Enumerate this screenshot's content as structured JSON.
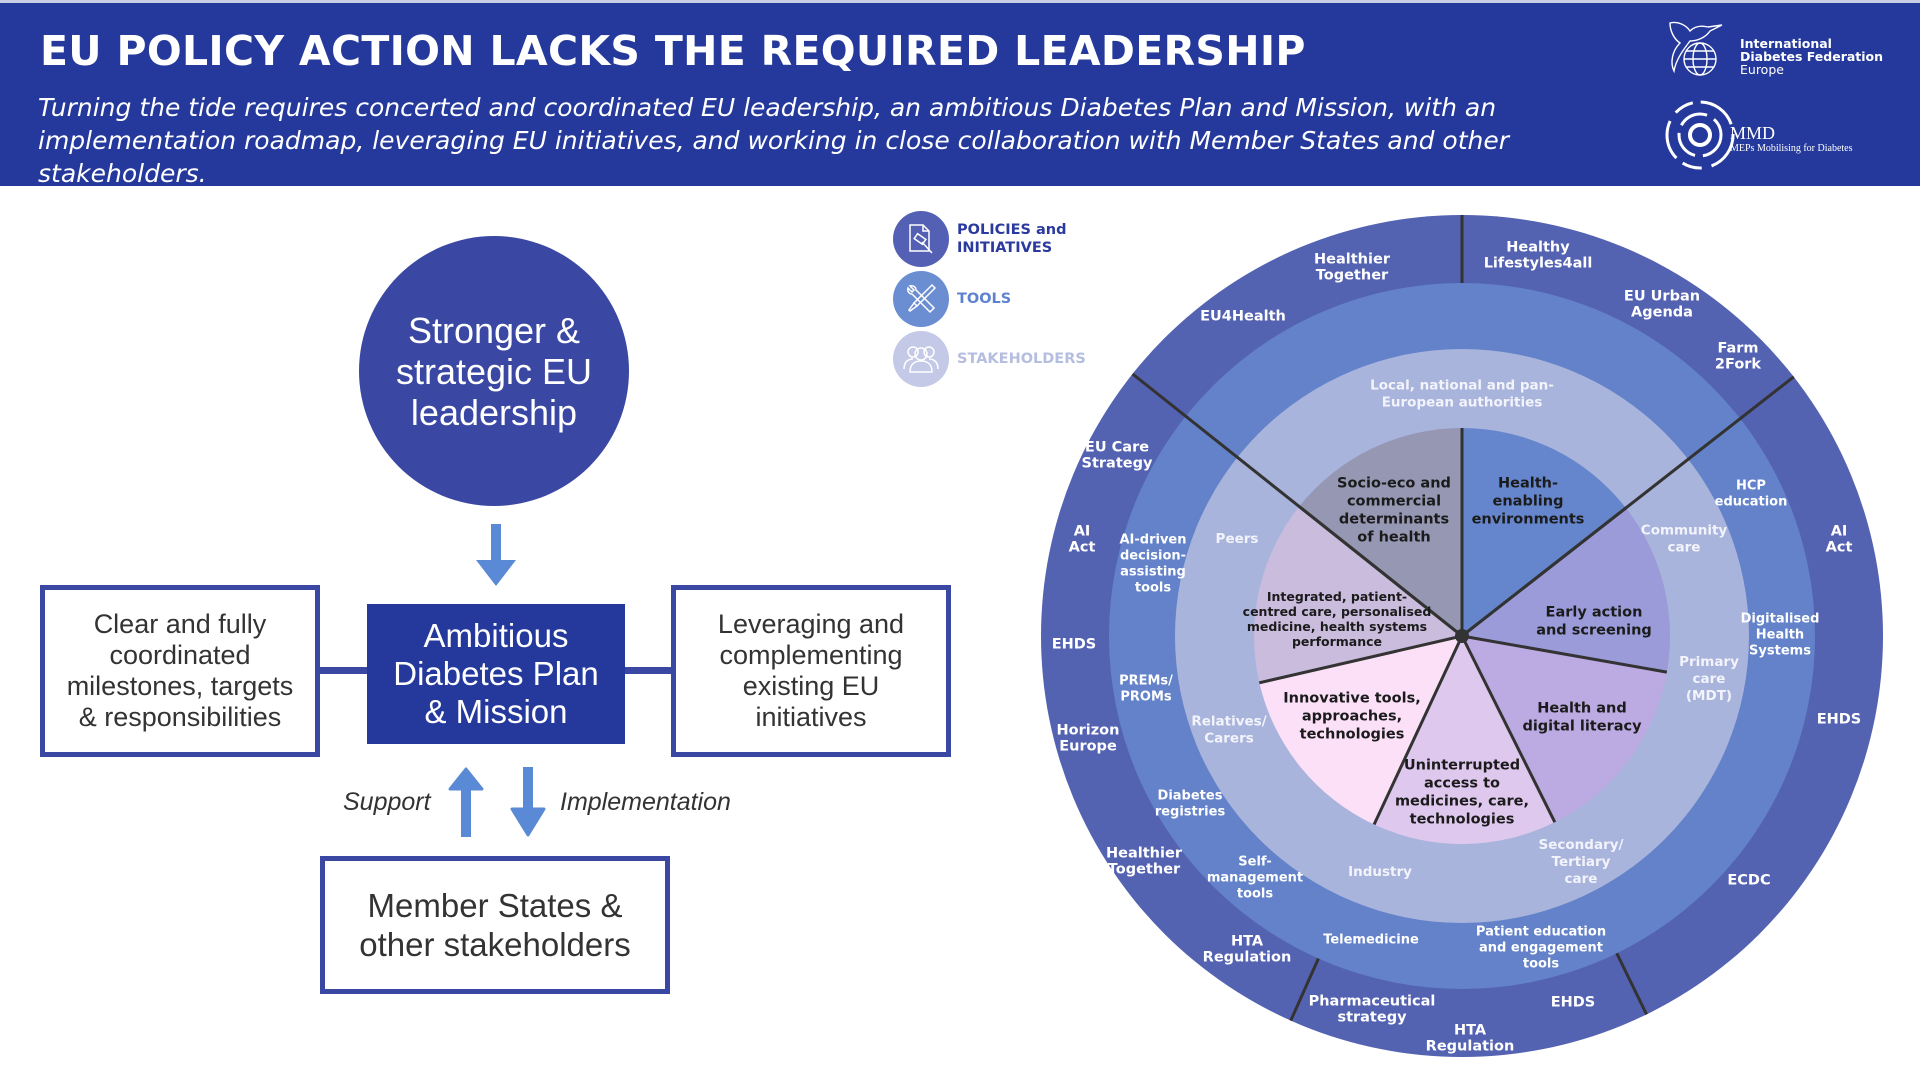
{
  "header": {
    "title": "EU POLICY ACTION LACKS THE REQUIRED LEADERSHIP",
    "subtitle_line1": "Turning the tide requires concerted and coordinated EU leadership, an ambitious Diabetes Plan and Mission, with an",
    "subtitle_line2": "implementation roadmap, leveraging EU initiatives, and working in close collaboration with Member States and other stakeholders.",
    "background": "#24399b"
  },
  "logos": {
    "idf": {
      "line1": "International",
      "line2": "Diabetes Federation",
      "line3": "Europe",
      "icon": "hummingbird-globe-icon"
    },
    "mmd": {
      "title": "MMD",
      "subtitle": "MEPs Mobilising for Diabetes",
      "icon": "concentric-rings-icon"
    }
  },
  "flow": {
    "leadership": {
      "line1": "Stronger &",
      "line2": "strategic EU",
      "line3": "leadership"
    },
    "plan": {
      "line1": "Ambitious",
      "line2": "Diabetes Plan",
      "line3": "& Mission"
    },
    "left_box": {
      "line1": "Clear and fully",
      "line2": "coordinated",
      "line3": "milestones, targets",
      "line4": "& responsibilities"
    },
    "right_box": {
      "line1": "Leveraging and",
      "line2": "complementing",
      "line3": "existing EU",
      "line4": "initiatives"
    },
    "bottom_box": {
      "line1": "Member States &",
      "line2": "other stakeholders"
    },
    "support_label": "Support",
    "implementation_label": "Implementation",
    "colors": {
      "primary": "#24399b",
      "circle": "#3a48a3",
      "arrow": "#5a8ad6"
    }
  },
  "legend": [
    {
      "line1": "POLICIES and",
      "line2": "INITIATIVES",
      "icon": "document-gavel-icon",
      "color": "#5360b3",
      "text_color": "#2a3a9e"
    },
    {
      "line1": "TOOLS",
      "line2": "",
      "icon": "wrench-screwdriver-icon",
      "color": "#6b8dd2",
      "text_color": "#5d83cf"
    },
    {
      "line1": "STAKEHOLDERS",
      "line2": "",
      "icon": "people-group-icon",
      "color": "#c3c9e6",
      "text_color": "#b5bde0"
    }
  ],
  "wheel": {
    "colors": {
      "policies_ring": "#5462b2",
      "tools_ring": "#6382c9",
      "stakeholders_ring": "#a9b4dc",
      "divider": "#333333"
    },
    "policies": [
      {
        "lines": [
          "Healthier",
          "Together"
        ]
      },
      {
        "lines": [
          "Healthy",
          "Lifestyles4all"
        ]
      },
      {
        "lines": [
          "EU4Health"
        ]
      },
      {
        "lines": [
          "EU Urban",
          "Agenda"
        ]
      },
      {
        "lines": [
          "Farm",
          "2Fork"
        ]
      },
      {
        "lines": [
          "EU Care",
          "Strategy"
        ]
      },
      {
        "lines": [
          "AI",
          "Act"
        ]
      },
      {
        "lines": [
          "EHDS"
        ]
      },
      {
        "lines": [
          "Horizon",
          "Europe"
        ]
      },
      {
        "lines": [
          "Healthier",
          "Together"
        ]
      },
      {
        "lines": [
          "HTA",
          "Regulation"
        ]
      },
      {
        "lines": [
          "Pharmaceutical",
          "strategy"
        ]
      },
      {
        "lines": [
          "HTA",
          "Regulation"
        ]
      },
      {
        "lines": [
          "EHDS"
        ]
      },
      {
        "lines": [
          "ECDC"
        ]
      },
      {
        "lines": [
          "EHDS"
        ]
      },
      {
        "lines": [
          "AI",
          "Act"
        ]
      }
    ],
    "tools": [
      {
        "lines": [
          "AI-driven",
          "decision-",
          "assisting",
          "tools"
        ]
      },
      {
        "lines": [
          "PREMs/",
          "PROMs"
        ]
      },
      {
        "lines": [
          "Diabetes",
          "registries"
        ]
      },
      {
        "lines": [
          "Self-",
          "management",
          "tools"
        ]
      },
      {
        "lines": [
          "Telemedicine"
        ]
      },
      {
        "lines": [
          "Patient education",
          "and engagement",
          "tools"
        ]
      },
      {
        "lines": [
          "Digitalised",
          "Health",
          "Systems"
        ]
      },
      {
        "lines": [
          "HCP",
          "education"
        ]
      }
    ],
    "stakeholders": [
      {
        "lines": [
          "Local, national and pan-",
          "European authorities"
        ]
      },
      {
        "lines": [
          "Peers"
        ]
      },
      {
        "lines": [
          "Relatives/",
          "Carers"
        ]
      },
      {
        "lines": [
          "Industry"
        ]
      },
      {
        "lines": [
          "Secondary/",
          "Tertiary",
          "care"
        ]
      },
      {
        "lines": [
          "Primary",
          "care",
          "(MDT)"
        ]
      },
      {
        "lines": [
          "Community",
          "care"
        ]
      }
    ],
    "pie": [
      {
        "lines": [
          "Socio-eco and",
          "commercial",
          "determinants",
          "of health"
        ],
        "color": "#9597b3"
      },
      {
        "lines": [
          "Health-",
          "enabling",
          "environments"
        ],
        "color": "#6586cd"
      },
      {
        "lines": [
          "Early action",
          "and screening"
        ],
        "color": "#9a9bd8"
      },
      {
        "lines": [
          "Health and",
          "digital literacy"
        ],
        "color": "#bcaae2"
      },
      {
        "lines": [
          "Uninterrupted",
          "access to",
          "medicines, care,",
          "technologies"
        ],
        "color": "#dfc8ee"
      },
      {
        "lines": [
          "Innovative tools,",
          "approaches,",
          "technologies"
        ],
        "color": "#fbe0f8"
      },
      {
        "lines": [
          "Integrated, patient-",
          "centred care, personalised",
          "medicine, health systems",
          "performance"
        ],
        "color": "#c9bcdc"
      }
    ]
  }
}
